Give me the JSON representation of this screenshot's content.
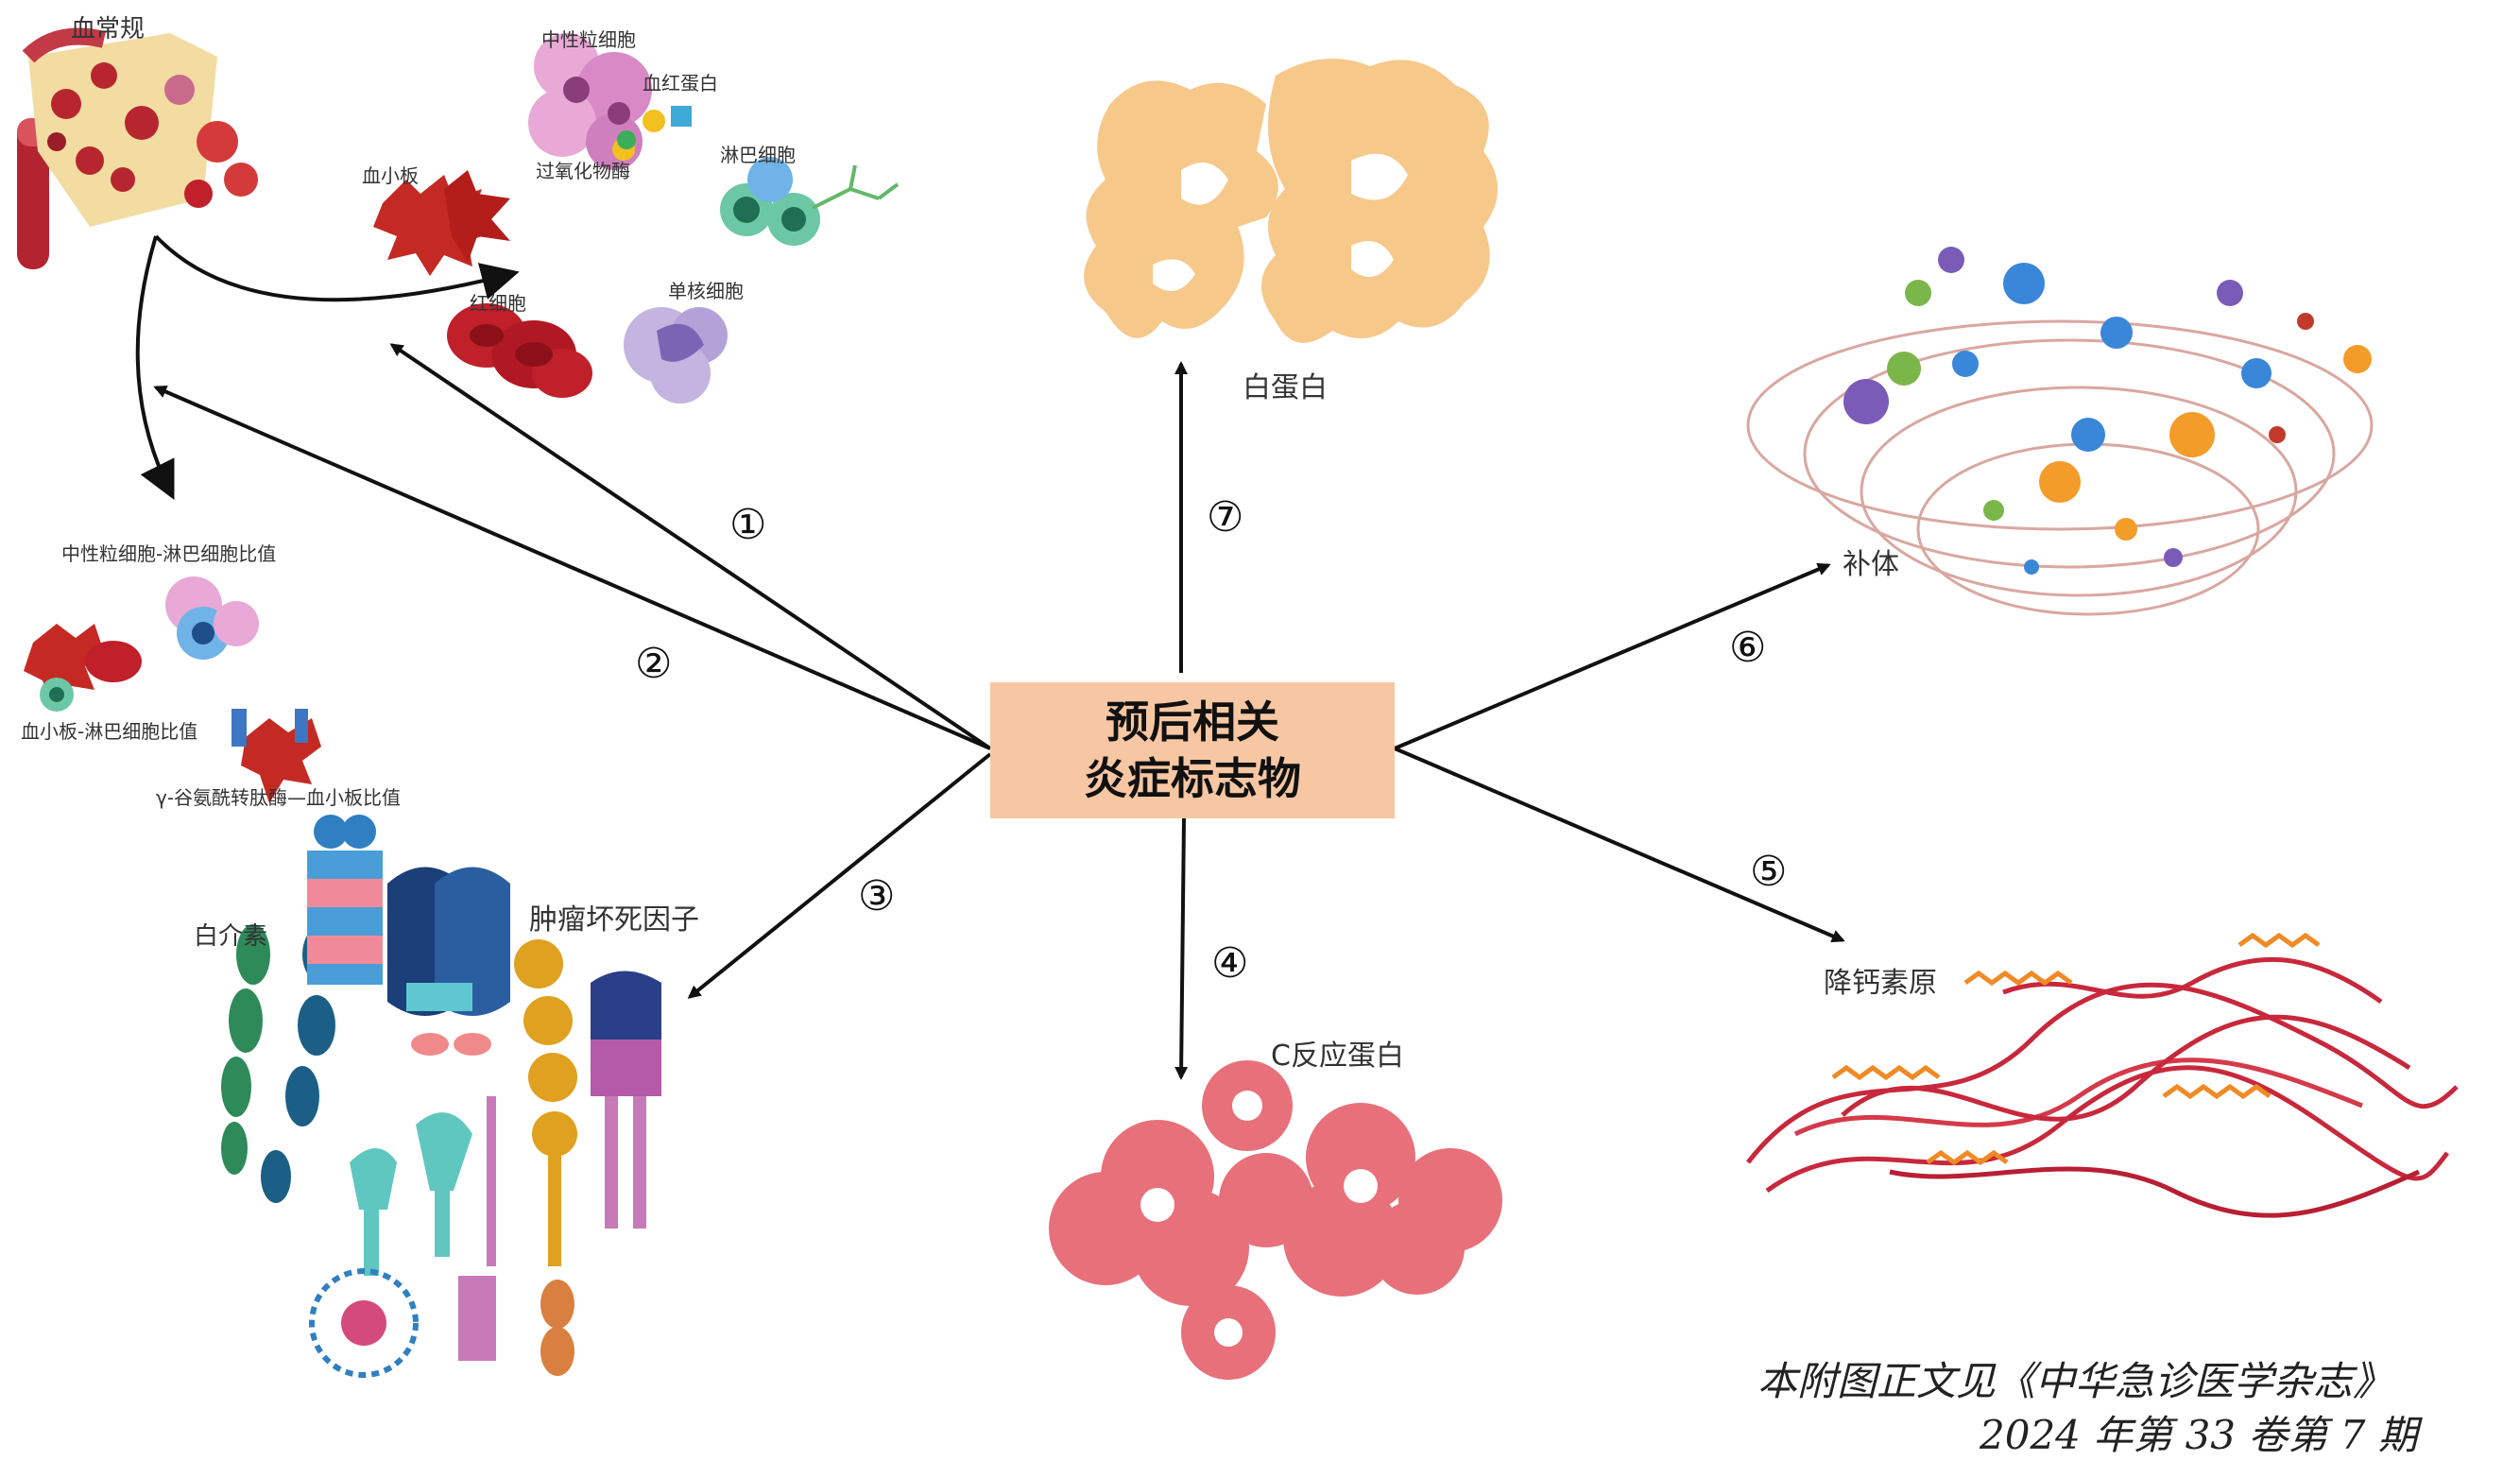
{
  "center": {
    "line1": "预后相关",
    "line2": "炎症标志物"
  },
  "branches": {
    "b1": {
      "num": "①"
    },
    "b2": {
      "num": "②"
    },
    "b3": {
      "num": "③"
    },
    "b4": {
      "num": "④"
    },
    "b5": {
      "num": "⑤"
    },
    "b6": {
      "num": "⑥"
    },
    "b7": {
      "num": "⑦"
    }
  },
  "labels": {
    "blood_routine": "血常规",
    "neutrophil": "中性粒细胞",
    "heme": "血红蛋白",
    "peroxidase": "过氧化物酶",
    "platelet": "血小板",
    "lymphocyte": "淋巴细胞",
    "rbc": "红细胞",
    "monocyte": "单核细胞",
    "nlr": "中性粒细胞-淋巴细胞比值",
    "plr": "血小板-淋巴细胞比值",
    "gpr": "γ-谷氨酰转肽酶—血小板比值",
    "interleukin": "白介素",
    "tnf": "肿瘤坏死因子",
    "crp": "C反应蛋白",
    "procalcitonin": "降钙素原",
    "complement": "补体",
    "albumin": "白蛋白"
  },
  "footer": {
    "line1": "本附图正文见《中华急诊医学杂志》",
    "line2": "2024 年第 33 卷第 7 期"
  },
  "colors": {
    "center_box": "#f7c7a3",
    "albumin": "#f6c88a",
    "crp": "#e8707a",
    "procalcitonin_red": "#c8283c",
    "procalcitonin_orange": "#f08a24",
    "rbc": "#c0202a"
  }
}
